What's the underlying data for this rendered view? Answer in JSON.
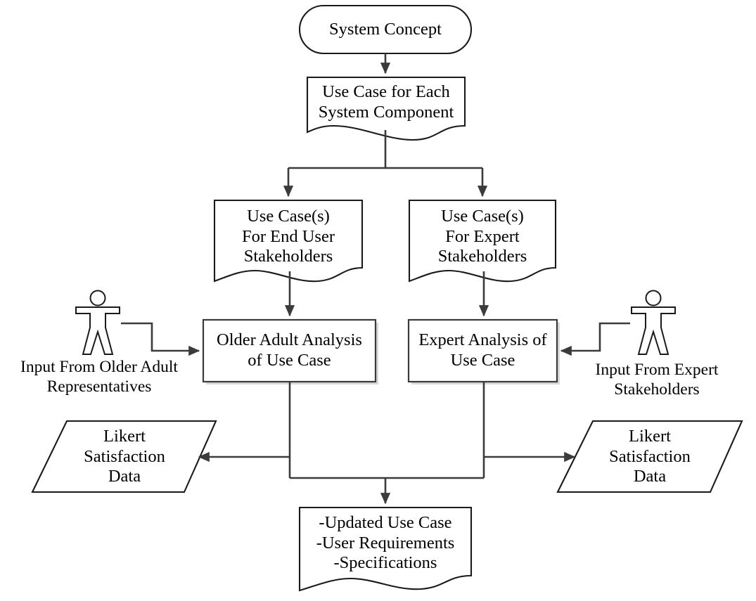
{
  "diagram": {
    "title": "Use Case Development and Evaluation Flowchart",
    "stroke_color": "#3b3b3b",
    "text_color": "#000000",
    "background_color": "#ffffff",
    "nodes": {
      "system_concept": {
        "label": "System Concept",
        "shape": "rounded-rectangle"
      },
      "use_case_each_component": {
        "label": "Use Case for Each\nSystem Component",
        "shape": "document"
      },
      "use_case_end_user": {
        "label": "Use Case(s)\nFor End User\nStakeholders",
        "shape": "document"
      },
      "use_case_expert": {
        "label": "Use Case(s)\nFor Expert\nStakeholders",
        "shape": "document"
      },
      "older_adult_analysis": {
        "label": "Older Adult Analysis\nof Use Case",
        "shape": "rectangle"
      },
      "expert_analysis": {
        "label": "Expert Analysis of\nUse Case",
        "shape": "rectangle"
      },
      "likert_left": {
        "label": "Likert\nSatisfaction\nData",
        "shape": "parallelogram"
      },
      "likert_right": {
        "label": "Likert\nSatisfaction\nData",
        "shape": "parallelogram"
      },
      "outputs": {
        "label": "-Updated Use Case\n-User Requirements\n-Specifications",
        "shape": "document"
      }
    },
    "actors": {
      "older_adult": {
        "caption": "Input From Older Adult\nRepresentatives",
        "icon": "stick-figure-icon"
      },
      "expert": {
        "caption": "Input From Expert\nStakeholders",
        "icon": "stick-figure-icon"
      }
    },
    "edges": [
      {
        "from": "system_concept",
        "to": "use_case_each_component"
      },
      {
        "from": "use_case_each_component",
        "to": "use_case_end_user"
      },
      {
        "from": "use_case_each_component",
        "to": "use_case_expert"
      },
      {
        "from": "use_case_end_user",
        "to": "older_adult_analysis"
      },
      {
        "from": "use_case_expert",
        "to": "expert_analysis"
      },
      {
        "from": "older_adult",
        "to": "older_adult_analysis"
      },
      {
        "from": "expert",
        "to": "expert_analysis"
      },
      {
        "from": "older_adult_analysis",
        "to": "likert_left"
      },
      {
        "from": "expert_analysis",
        "to": "likert_right"
      },
      {
        "from": "older_adult_analysis",
        "to": "outputs"
      },
      {
        "from": "expert_analysis",
        "to": "outputs"
      }
    ]
  }
}
